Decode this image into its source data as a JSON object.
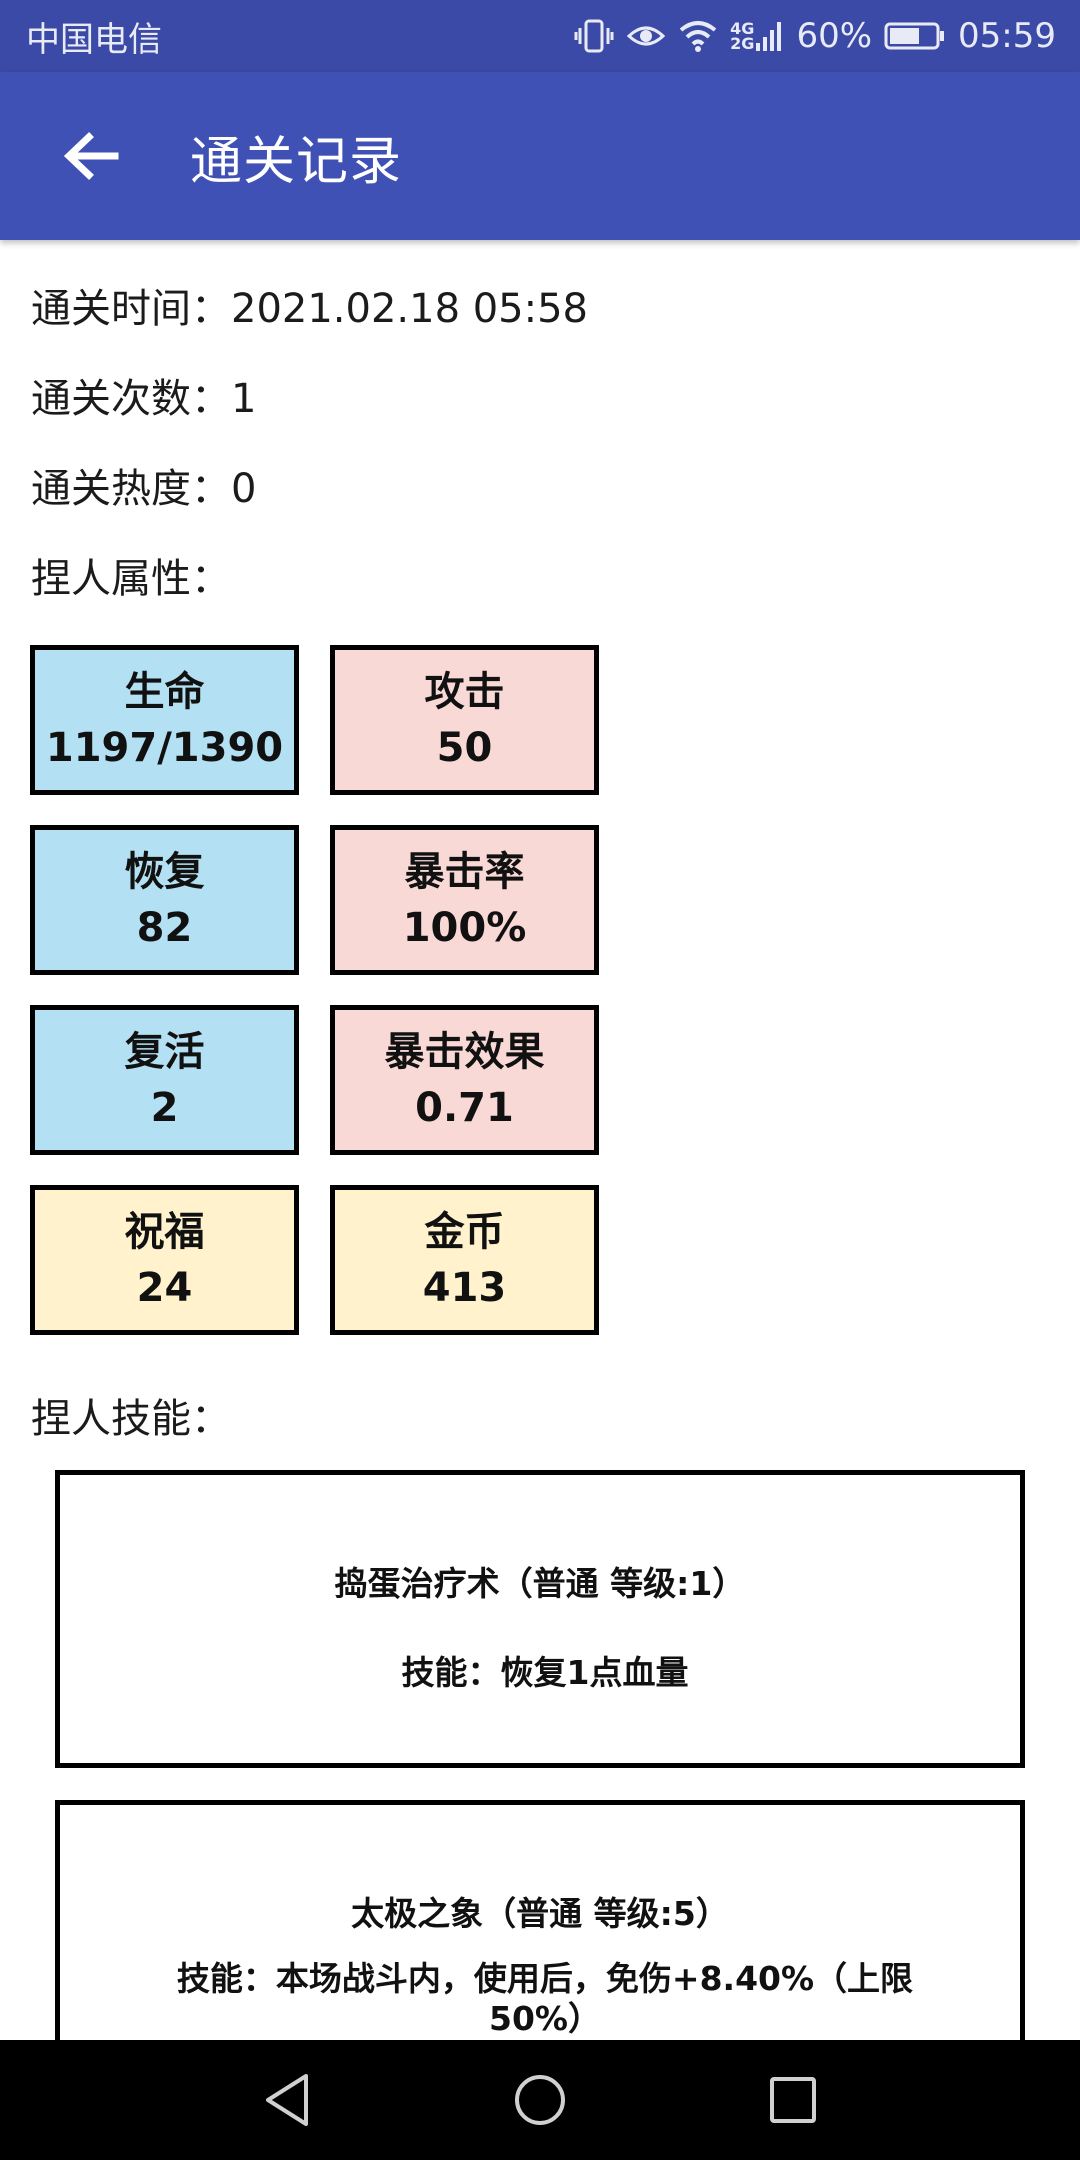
{
  "status_bar": {
    "carrier": "中国电信",
    "network_top": "4G",
    "network_bottom": "2G",
    "battery": "60%",
    "time": "05:59"
  },
  "app_bar": {
    "title": "通关记录",
    "back_icon": "arrow-back-icon"
  },
  "record": {
    "clear_time": "通关时间：2021.02.18 05:58",
    "clear_count": "通关次数：1",
    "clear_heat": "通关热度：0",
    "attributes_label": "捏人属性：",
    "skills_label": "捏人技能："
  },
  "stats": [
    {
      "name": "生命",
      "value": "1197/1390",
      "color": "#b3e0f2"
    },
    {
      "name": "攻击",
      "value": "50",
      "color": "#f8d9d6"
    },
    {
      "name": "恢复",
      "value": "82",
      "color": "#b3e0f2"
    },
    {
      "name": "暴击率",
      "value": "100%",
      "color": "#f8d9d6"
    },
    {
      "name": "复活",
      "value": "2",
      "color": "#b3e0f2"
    },
    {
      "name": "暴击效果",
      "value": "0.71",
      "color": "#f8d9d6"
    },
    {
      "name": "祝福",
      "value": "24",
      "color": "#fff2cc"
    },
    {
      "name": "金币",
      "value": "413",
      "color": "#fff2cc"
    }
  ],
  "skills": [
    {
      "name": "捣蛋治疗术（普通 等级:1）",
      "desc": "技能：恢复1点血量"
    },
    {
      "name": "太极之象（普通 等级:5）",
      "desc": "技能：本场战斗内，使用后，免伤+8.40%（上限50%）"
    }
  ],
  "colors": {
    "status_bar": "#3b4aa6",
    "app_bar": "#3f51b5",
    "nav_bar": "#000000"
  }
}
